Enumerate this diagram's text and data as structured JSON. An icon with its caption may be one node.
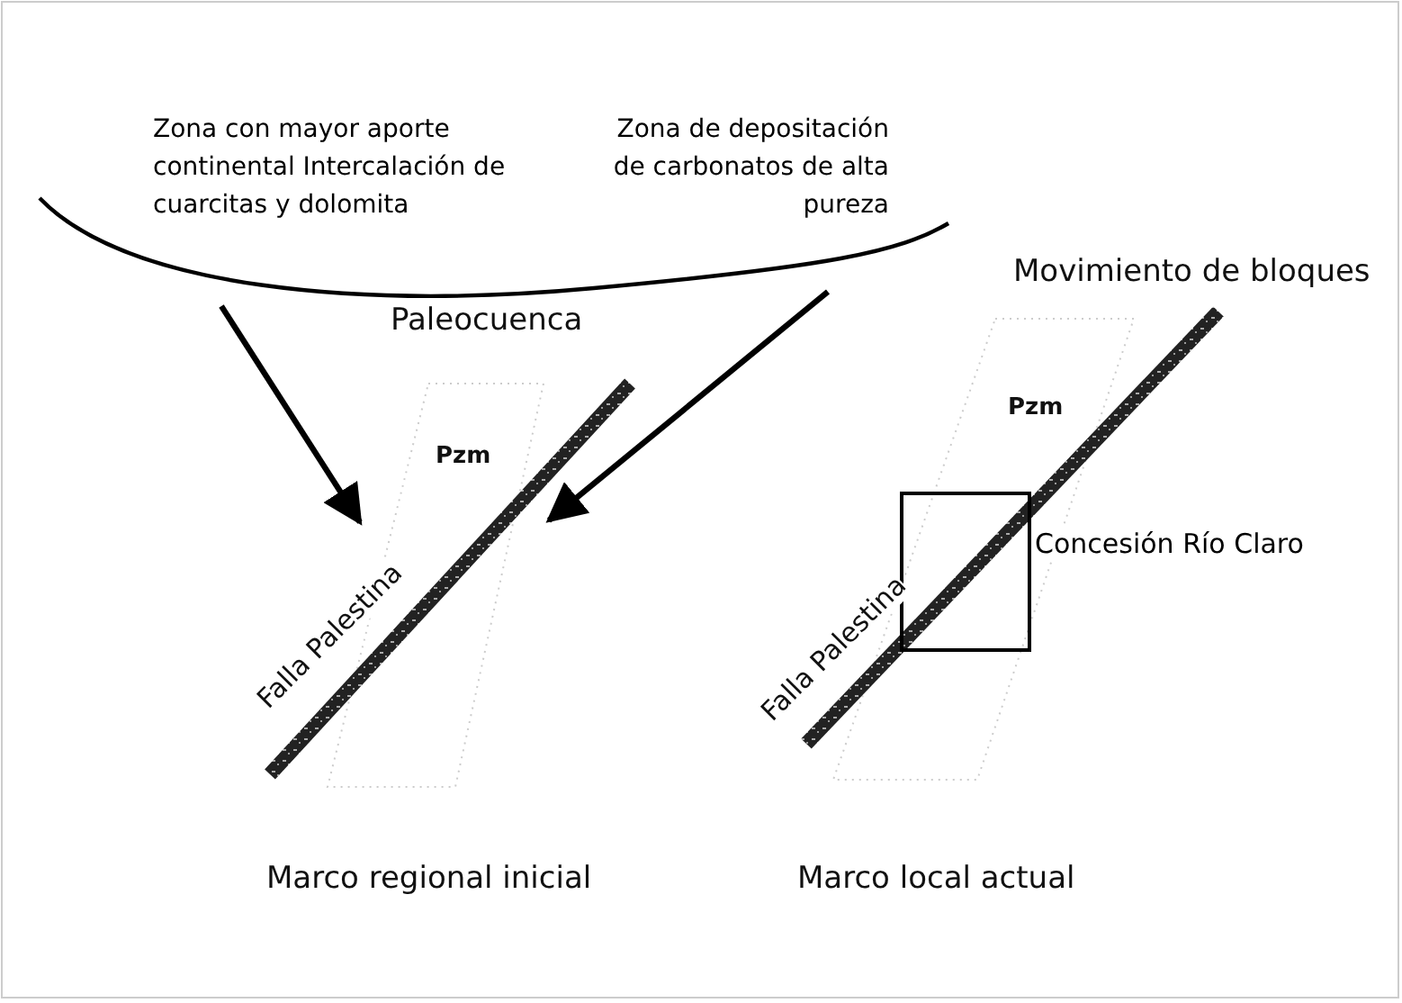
{
  "diagram": {
    "nodes": [
      {
        "text": [
          "Zona con mayor aporte continental Intercalación de cuarcitas y dolomita"
        ]
      },
      {
        "text": [
          "Zona de depositación de carbonatos de alta pureza"
        ]
      },
      {
        "text": [],
        "shape": "box",
        "beside": [
          "Concesión Río Claro"
        ]
      }
    ],
    "edges": [
      {
        "from": 0,
        "to": null,
        "arrow": "to"
      },
      {
        "from": 1,
        "to": null,
        "arrow": "to"
      }
    ],
    "labels": [
      "Paleocuenca",
      "Pzm",
      "Falla Palestina",
      "Marco regional inicial",
      "Movimiento de bloques",
      "Pzm",
      "Falla Palestina",
      "Marco local actual"
    ]
  }
}
